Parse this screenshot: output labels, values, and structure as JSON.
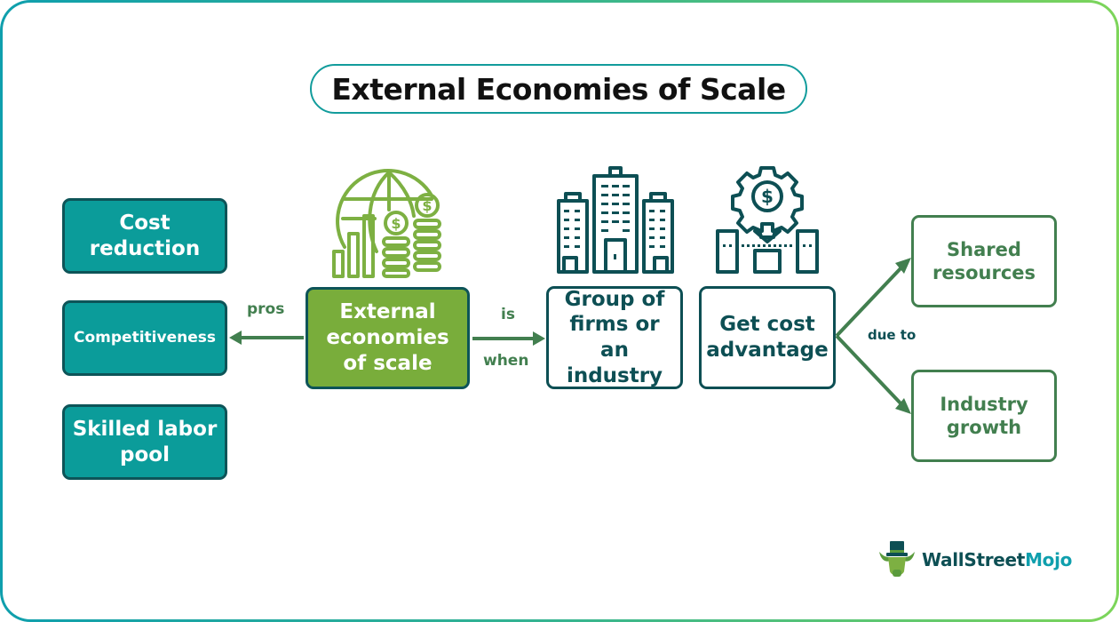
{
  "title": "External Economies of Scale",
  "center": {
    "label": "External economies of scale",
    "icon": "globe-chart-coins-icon"
  },
  "pros": {
    "connector_label": "pros",
    "items": [
      {
        "label": "Cost reduction"
      },
      {
        "label": "Competitiveness"
      },
      {
        "label": "Skilled labor pool"
      }
    ]
  },
  "definition": {
    "connector_label_top": "is",
    "connector_label_bottom": "when",
    "group": {
      "label": "Group of firms or an industry",
      "icon": "buildings-icon"
    },
    "advantage": {
      "label": "Get cost advantage",
      "icon": "gear-dollar-cost-icon"
    }
  },
  "causes": {
    "connector_label": "due to",
    "items": [
      {
        "label": "Shared resources"
      },
      {
        "label": "Industry growth"
      }
    ]
  },
  "brand": {
    "name_part1": "WallStreet",
    "name_part2": "Mojo",
    "icon": "bull-tophat-logo-icon"
  },
  "colors": {
    "teal": "#0b9c9a",
    "dark_teal": "#0d4f54",
    "green_box": "#79ad3b",
    "arrow_green": "#427f4f",
    "icon_green": "#7db042",
    "border_left": "#0f9fad",
    "border_right": "#7dd55a"
  }
}
